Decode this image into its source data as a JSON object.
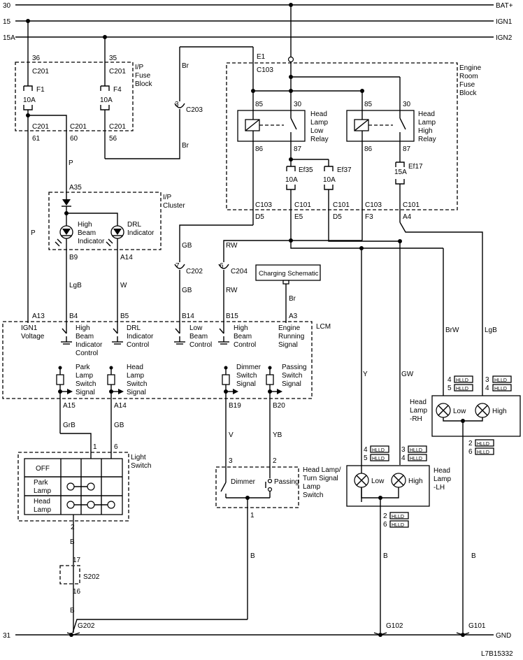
{
  "rails": {
    "r30": "30",
    "r15": "15",
    "r15a": "15A",
    "r31": "31",
    "bat": "BAT+",
    "ign1": "IGN1",
    "ign2": "IGN2",
    "gnd": "GND"
  },
  "footer": {
    "code": "L7B15332"
  },
  "ip_fuse": {
    "title": [
      "I/P",
      "Fuse",
      "Block"
    ],
    "f1": {
      "pin_top": "36",
      "conn_top": "C201",
      "name": "F1",
      "rating": "10A",
      "conn_bot": "C201",
      "pin_bot": "61"
    },
    "f4": {
      "pin_top": "35",
      "conn_top": "C201",
      "name": "F4",
      "rating": "10A",
      "conn_bot": "C201",
      "pin_bot": "56"
    },
    "mid": {
      "conn": "C201",
      "pin": "60"
    }
  },
  "c203": {
    "pin": "3",
    "name": "C203",
    "wire_top": "Br",
    "wire_bot": "Br"
  },
  "engine_fuse": {
    "title": [
      "Engine",
      "Room",
      "Fuse",
      "Block"
    ],
    "e1": "E1",
    "c103_top": "C103",
    "relay_low": {
      "title": [
        "Head",
        "Lamp",
        "Low",
        "Relay"
      ],
      "p85": "85",
      "p30": "30",
      "p86": "86",
      "p87": "87"
    },
    "relay_high": {
      "title": [
        "Head",
        "Lamp",
        "High",
        "Relay"
      ],
      "p85": "85",
      "p30": "30",
      "p86": "86",
      "p87": "87"
    },
    "ef35": {
      "name": "Ef35",
      "rating": "10A"
    },
    "ef37": {
      "name": "Ef37",
      "rating": "10A"
    },
    "ef17": {
      "name": "Ef17",
      "rating": "15A"
    },
    "bottom": [
      {
        "conn": "C103",
        "pin": "D5"
      },
      {
        "conn": "C101",
        "pin": "E5"
      },
      {
        "conn": "C101",
        "pin": "D5"
      },
      {
        "conn": "C103",
        "pin": "F3"
      },
      {
        "conn": "C101",
        "pin": "A4"
      }
    ]
  },
  "cluster": {
    "title": [
      "I/P",
      "Cluster"
    ],
    "a35": "A35",
    "high_beam": [
      "High",
      "Beam",
      "Indicator"
    ],
    "drl": [
      "DRL",
      "Indicator"
    ],
    "b9": "B9",
    "a14": "A14"
  },
  "wires": {
    "p1": "P",
    "p2": "P",
    "lgb": "LgB",
    "w": "W",
    "gb1": "GB",
    "gb2": "GB",
    "rw1": "RW",
    "rw2": "RW",
    "br": "Br",
    "y": "Y",
    "gw": "GW",
    "brw": "BrW",
    "lgb2": "LgB",
    "grb": "GrB",
    "gb3": "GB",
    "v": "V",
    "yb": "YB",
    "b1": "B",
    "b2": "B",
    "b3": "B",
    "b4": "B",
    "b5": "B"
  },
  "c202": {
    "pin": "7",
    "name": "C202"
  },
  "c204": {
    "pin": "6",
    "name": "C204"
  },
  "charging": {
    "label": "Charging Schematic"
  },
  "lcm": {
    "title": "LCM",
    "pins_top": [
      "A13",
      "B4",
      "B5",
      "B14",
      "B15",
      "A3"
    ],
    "ign1": [
      "IGN1",
      "Voltage"
    ],
    "hb_ctrl": [
      "High",
      "Beam",
      "Indicator",
      "Control"
    ],
    "drl_ctrl": [
      "DRL",
      "Indicator",
      "Control"
    ],
    "lb_ctrl": [
      "Low",
      "Beam",
      "Control"
    ],
    "hbeam_ctrl": [
      "High",
      "Beam",
      "Control"
    ],
    "engine_sig": [
      "Engine",
      "Running",
      "Signal"
    ],
    "park_sw": [
      "Park",
      "Lamp",
      "Switch",
      "Signal"
    ],
    "head_sw": [
      "Head",
      "Lamp",
      "Switch",
      "Signal"
    ],
    "dimmer_sw": [
      "Dimmer",
      "Switch",
      "Signal"
    ],
    "passing_sw": [
      "Passing",
      "Switch",
      "Signal"
    ],
    "pins_bot": [
      "A15",
      "A14",
      "B19",
      "B20"
    ]
  },
  "light_switch": {
    "title": [
      "Light",
      "Switch"
    ],
    "pin1": "1",
    "pin6": "6",
    "pin2": "2",
    "rows": [
      [
        "OFF"
      ],
      [
        "Park",
        "Lamp"
      ],
      [
        "Head",
        "Lamp"
      ]
    ]
  },
  "dimmer_assy": {
    "title": [
      "Head Lamp/",
      "Turn Signal",
      "Lamp",
      "Switch"
    ],
    "dimmer": "Dimmer",
    "passing": "Passing",
    "pin3": "3",
    "pin2": "2",
    "pin1": "1"
  },
  "s202": {
    "name": "S202",
    "p17": "17",
    "p16": "16"
  },
  "lamp_rh": {
    "title": [
      "Head",
      "Lamp",
      "-RH"
    ],
    "low": "Low",
    "high": "High",
    "tags": [
      {
        "n": "4",
        "t": "HLLD"
      },
      {
        "n": "5",
        "t": "HLLD"
      },
      {
        "n": "3",
        "t": "HLLD"
      },
      {
        "n": "4",
        "t": "HLLD"
      },
      {
        "n": "2",
        "t": "HLLD"
      },
      {
        "n": "6",
        "t": "HLLD"
      }
    ]
  },
  "lamp_lh": {
    "title": [
      "Head",
      "Lamp",
      "-LH"
    ],
    "low": "Low",
    "high": "High",
    "tags": [
      {
        "n": "4",
        "t": "HLLD"
      },
      {
        "n": "5",
        "t": "HLLD"
      },
      {
        "n": "3",
        "t": "HLLD"
      },
      {
        "n": "4",
        "t": "HLLD"
      },
      {
        "n": "2",
        "t": "HLLD"
      },
      {
        "n": "6",
        "t": "HLLD"
      }
    ]
  },
  "grounds": {
    "g202": "G202",
    "g102": "G102",
    "g101": "G101"
  }
}
